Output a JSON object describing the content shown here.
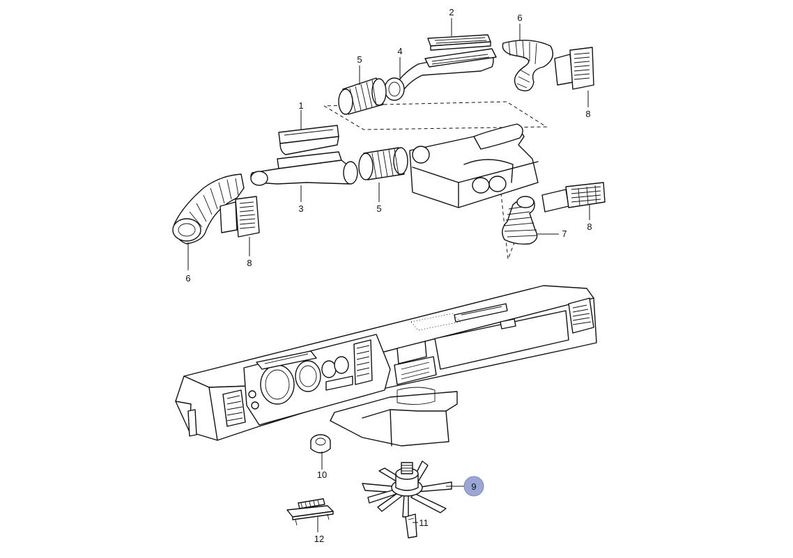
{
  "diagram": {
    "highlight_color": "#9aa6d6",
    "labels": {
      "part1": "1",
      "part2": "2",
      "part3": "3",
      "part4": "4",
      "part5a": "5",
      "part5b": "5",
      "part6a": "6",
      "part6b": "6",
      "part7": "7",
      "part8a": "8",
      "part8b": "8",
      "part8c": "8",
      "part9": "9",
      "part10": "10",
      "part11": "11",
      "part12": "12"
    }
  }
}
